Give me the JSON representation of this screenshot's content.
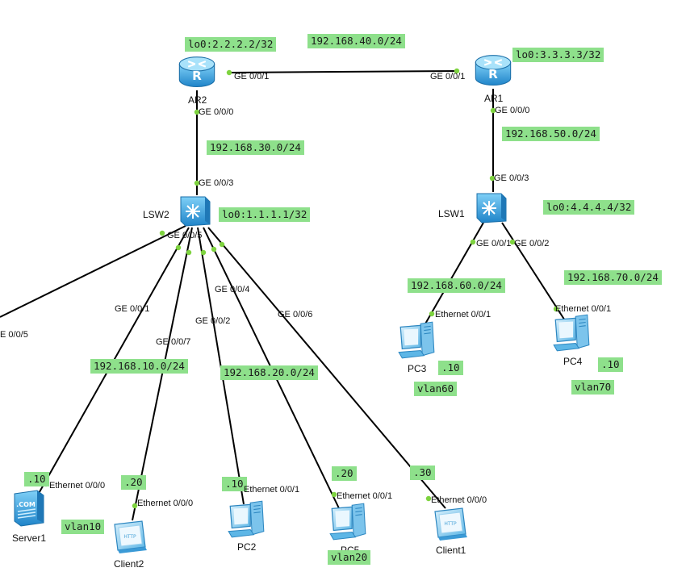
{
  "colors": {
    "label_bg": "#8ee08b",
    "link": "#000000",
    "port_dot": "#7ed33f",
    "device_blue": "#2f93d6"
  },
  "devices": {
    "ar2": "AR2",
    "ar1": "AR1",
    "lsw2": "LSW2",
    "lsw1": "LSW1",
    "server1": "Server1",
    "client2": "Client2",
    "pc2": "PC2",
    "pc5": "PC5",
    "client1": "Client1",
    "pc3": "PC3",
    "pc4": "PC4"
  },
  "labels": {
    "ar2_lo": "lo0:2.2.2.2/32",
    "net_40": "192.168.40.0/24",
    "ar1_lo": "lo0:3.3.3.3/32",
    "net_30": "192.168.30.0/24",
    "net_50": "192.168.50.0/24",
    "lsw2_lo": "lo0:1.1.1.1/32",
    "lsw1_lo": "lo0:4.4.4.4/32",
    "net_60": "192.168.60.0/24",
    "net_70": "192.168.70.0/24",
    "net_10": "192.168.10.0/24",
    "net_20": "192.168.20.0/24",
    "pc3_host": ".10",
    "pc3_vlan": "vlan60",
    "pc4_host": ".10",
    "pc4_vlan": "vlan70",
    "server1_host": ".10",
    "client2_host": ".20",
    "vlan10": "vlan10",
    "pc2_host": ".10",
    "pc5_host": ".20",
    "vlan20": "vlan20",
    "client1_host": ".30"
  },
  "ports": {
    "ar2_ge001": "GE 0/0/1",
    "ar1_ge001": "GE 0/0/1",
    "ar2_ge000": "GE 0/0/0",
    "ar1_ge000": "GE 0/0/0",
    "lsw2_ge003": "GE 0/0/3",
    "lsw1_ge003": "GE 0/0/3",
    "lsw2_ge005": "GE 0/0/5",
    "lsw1_ge001": "GE 0/0/1",
    "lsw1_ge002": "GE 0/0/2",
    "lsw2_ge004": "GE 0/0/4",
    "lsw2_ge001": "GE 0/0/1",
    "lsw2_ge006": "GE 0/0/6",
    "lsw2_ge007": "GE 0/0/7",
    "lsw2_ge002": "GE 0/0/2",
    "edge_ge005": "E 0/0/5",
    "pc3_eth": "Ethernet 0/0/1",
    "pc4_eth": "Ethernet 0/0/1",
    "server1_eth": "Ethernet 0/0/0",
    "client2_eth": "Ethernet 0/0/0",
    "pc2_eth": "Ethernet 0/0/1",
    "pc5_eth": "Ethernet 0/0/1",
    "client1_eth": "Ethernet 0/0/0"
  }
}
